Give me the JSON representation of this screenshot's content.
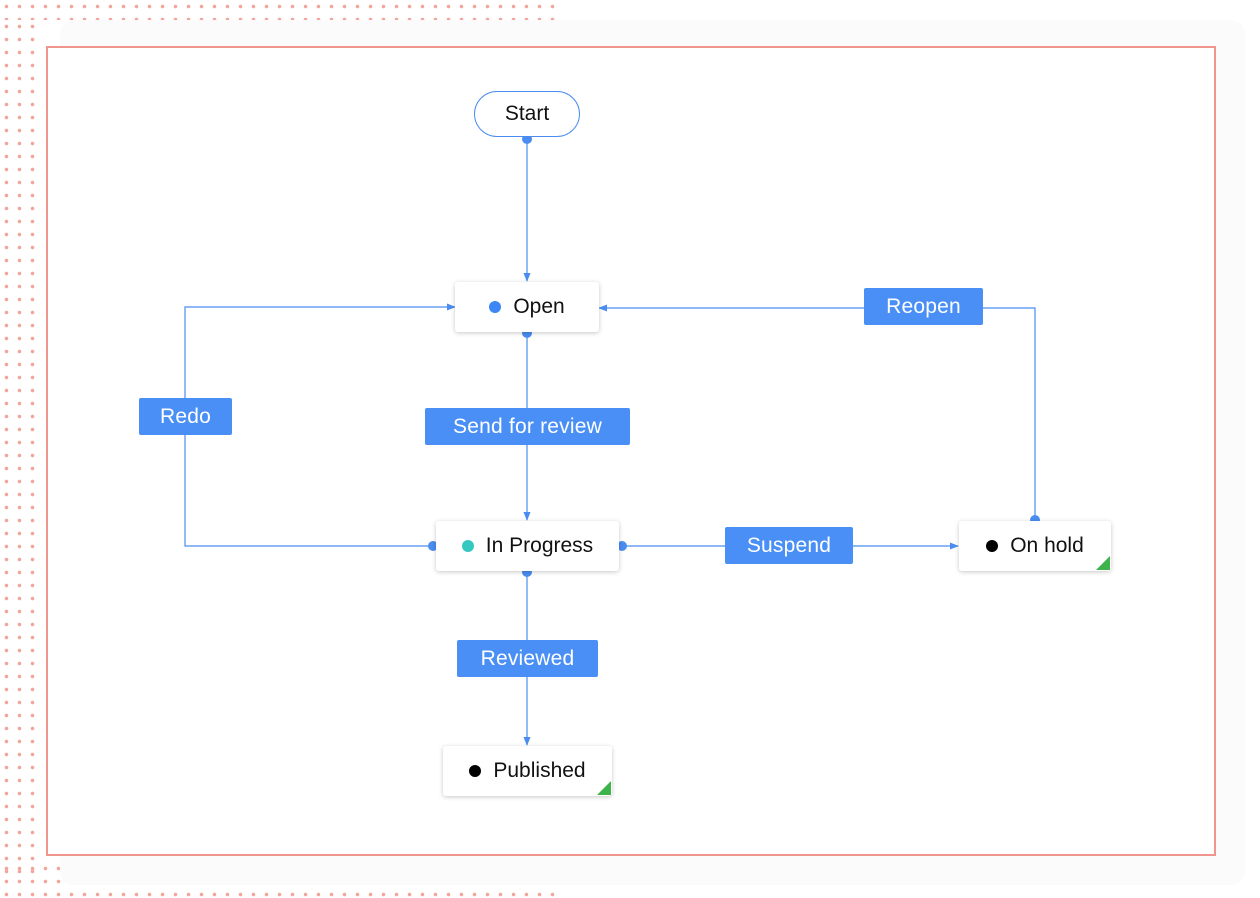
{
  "colors": {
    "accent": "#4a8ff5",
    "line": "#4a8cf0",
    "frame": "#f0958d",
    "dots": "#f2a59b",
    "open_dot": "#3d86f5",
    "in_progress_dot": "#35c8c0",
    "terminal_dot": "#000000",
    "corner_flag": "#3cb44b"
  },
  "nodes": {
    "start": "Start",
    "open": "Open",
    "in_progress": "In Progress",
    "on_hold": "On hold",
    "published": "Published"
  },
  "transitions": {
    "send_for_review": "Send for review",
    "redo": "Redo",
    "reopen": "Reopen",
    "suspend": "Suspend",
    "reviewed": "Reviewed"
  }
}
